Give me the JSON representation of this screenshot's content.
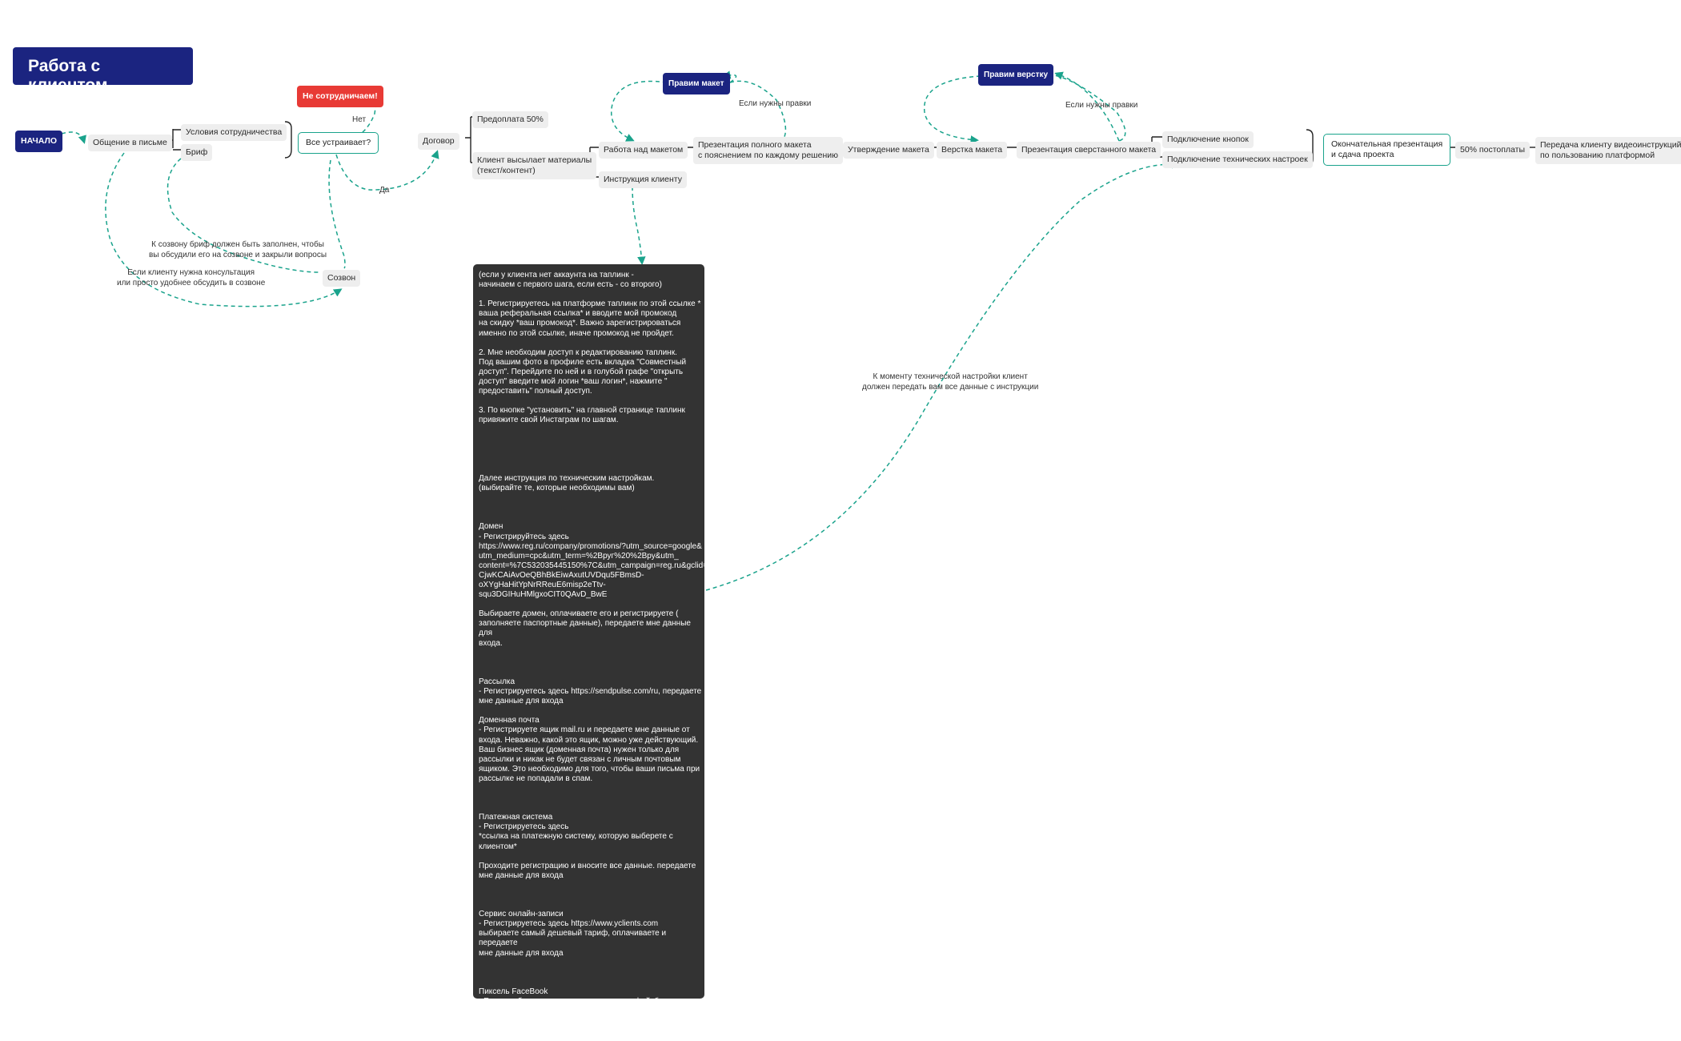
{
  "title": "Работа с клиентом",
  "nodes": {
    "start": "НАЧАЛО",
    "letter": "Общение в письме",
    "terms": "Условия сотрудничества",
    "brief": "Бриф",
    "satisfied": "Все устраивает?",
    "no_coop": "Не сотрудничаем!",
    "call": "Созвон",
    "contract": "Договор",
    "prepay": "Предоплата 50%",
    "materials": "Клиент высылает материалы\n(текст/контент)",
    "work_layout": "Работа над макетом",
    "instruction": "Инструкция клиенту",
    "fix_layout": "Правим макет",
    "presentation": "Презентация полного макета\nс пояснением по каждому решению",
    "approve": "Утверждение макета",
    "markup": "Верстка макета",
    "fix_markup": "Правим верстку",
    "markup_presentation": "Презентация сверстанного макета",
    "buttons": "Подключение кнопок",
    "tech": "Подключение технических настроек",
    "final": "Окончательная презентация\nи сдача проекта",
    "postpay": "50% постоплаты",
    "video": "Передача клиенту видеоинструкций\nпо пользованию платформой"
  },
  "labels": {
    "no": "Нет",
    "yes": "Да",
    "need_fix_1": "Если нужны правки",
    "need_fix_2": "Если нужны правки",
    "brief_note": "К созвону бриф должен быть заполнен, чтобы\nвы обсудили его на созвоне и закрыли вопросы",
    "consult_note": "Если клиенту нужна консультация\nили просто удобнее обсудить в созвоне",
    "tech_note": "К моменту технической настройки клиент\nдолжен передать вам все данные с инструкции"
  },
  "instruction_text": "(если у клиента нет аккаунта на таплинк -\nначинаем с первого шага, если есть - со второго)\n\n1. Регистрируетесь на платформе таплинк по этой ссылке *\nваша реферальная ссылка* и вводите мой промокод\nна скидку *ваш промокод*. Важно зарегистрироваться\nименно по этой ссылке, иначе промокод не пройдет.\n\n2. Мне необходим доступ к редактированию таплинк.\nПод вашим фото в профиле есть вкладка \"Совместный\nдоступ\". Перейдите по ней и в голубой графе \"открыть\nдоступ\" введите мой логин *ваш логин*, нажмите \"\nпредоставить\" полный доступ.\n\n3. По кнопке \"установить\" на главной странице таплинк\nпривяжите свой Инстаграм по шагам.\n\n\n\n\n\nДалее инструкция по техническим настройкам.\n(выбирайте те, которые необходимы вам)\n\n\n\nДомен\n- Регистрируйтесь здесь\nhttps://www.reg.ru/company/promotions/?utm_source=google&\nutm_medium=cpc&utm_term=%2Bруг%20%2Bру&utm_\ncontent=%7C532035445150%7C&utm_campaign=reg.ru&gclid=\nCjwKCAiAvOeQBhBkEiwAxutUVDqu5FBmsD-\noXYgHaHitYpNrRReuE6misp2eTtv-\nsqu3DGIHuHMlgxoCIT0QAvD_BwE\n\nВыбираете домен, оплачиваете его и регистрируете (\nзаполняете паспортные данные), передаете мне данные для\nвхода.\n\n\n\nРассылка\n- Регистрируетесь здесь https://sendpulse.com/ru, передаете\nмне данные для входа\n\nДоменная почта\n- Регистрируете ящик mail.ru и передаете мне данные от\nвхода. Неважно, какой это ящик, можно уже действующий.\nВаш бизнес ящик (доменная почта) нужен только для\nрассылки и никак не будет связан с личным почтовым\nящиком. Это необходимо для того, чтобы ваши письма при\nрассылке не попадали в спам.\n\n\n\nПлатежная система\n- Регистрируетесь здесь\n*ссылка на платежную систему, которую выберете с\nклиентом*\n\nПроходите регистрацию и вносите все данные. передаете\nмне данные для входа\n\n\n\nСервис онлайн-записи\n- Регистрируетесь здесь https://www.yclients.com\nвыбираете самый дешевый тариф, оплачиваете и передаете\nмне данные для входа\n\n\n\nПиксель FaceBook\n- Если необходимо подключение пикселя фейсбук, пришлите\nмне его",
  "colors": {
    "navy": "#1b2480",
    "red": "#e83a35",
    "teal": "#1aa38c",
    "node_grey": "#eeeeee",
    "panel": "#333333"
  }
}
